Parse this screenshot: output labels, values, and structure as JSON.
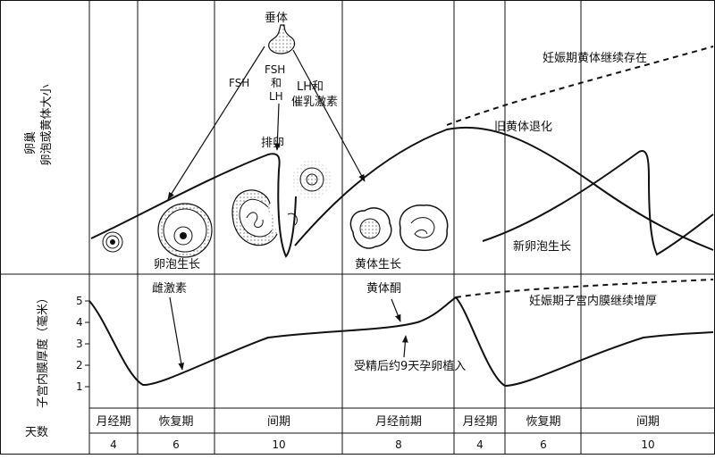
{
  "labels": {
    "ovary_axis": "卵巢",
    "ovary_axis_sub": "卵泡或黄体大小",
    "endometrium_axis": "子宫内膜厚度（毫米）",
    "days_axis": "天数",
    "pituitary": "垂体",
    "fsh": "FSH",
    "fsh_lh_1": "FSH",
    "fsh_lh_2": "和",
    "fsh_lh_3": "LH",
    "lh_prl_1": "LH和",
    "lh_prl_2": "催乳激素",
    "ovulation": "排卵",
    "follicle_growth": "卵泡生长",
    "corpus_luteum_growth": "黄体生长",
    "old_cl_regress": "旧黄体退化",
    "new_follicle_growth": "新卵泡生长",
    "pregnancy_cl": "妊娠期黄体继续存在",
    "estrogen": "雌激素",
    "progesterone": "黄体酮",
    "pregnancy_endometrium": "妊娠期子宫内膜继续增厚",
    "implantation": "受精后约9天孕卵植入"
  },
  "y_ticks": [
    "5",
    "4",
    "3",
    "2",
    "1"
  ],
  "phases": [
    {
      "name": "月经期",
      "days": "4"
    },
    {
      "name": "恢复期",
      "days": "6"
    },
    {
      "name": "间期",
      "days": "10"
    },
    {
      "name": "月经前期",
      "days": "8"
    },
    {
      "name": "月经期",
      "days": "4"
    },
    {
      "name": "恢复期",
      "days": "6"
    },
    {
      "name": "间期",
      "days": "10"
    }
  ]
}
